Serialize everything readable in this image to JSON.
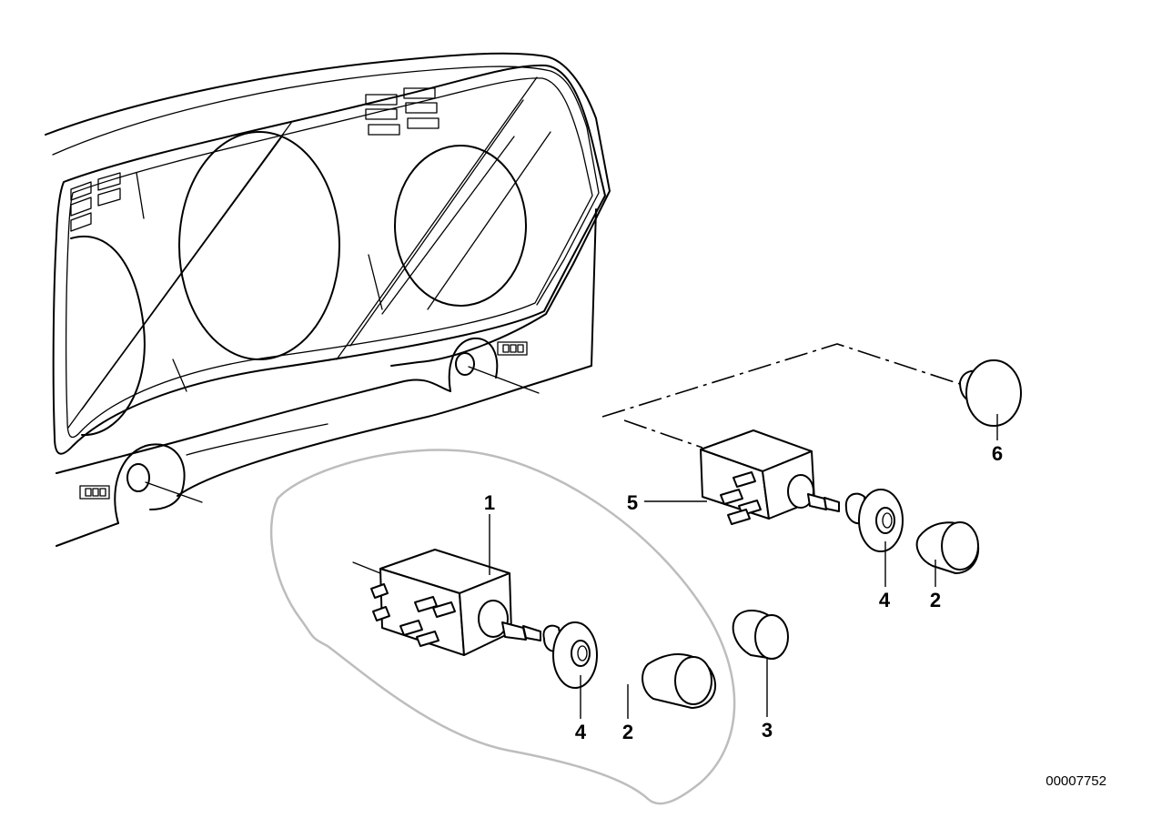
{
  "diagram": {
    "callouts": {
      "c1": "1",
      "c2a": "2",
      "c2b": "2",
      "c3": "3",
      "c4a": "4",
      "c4b": "4",
      "c5": "5",
      "c6": "6"
    },
    "doc_number": "00007752"
  }
}
